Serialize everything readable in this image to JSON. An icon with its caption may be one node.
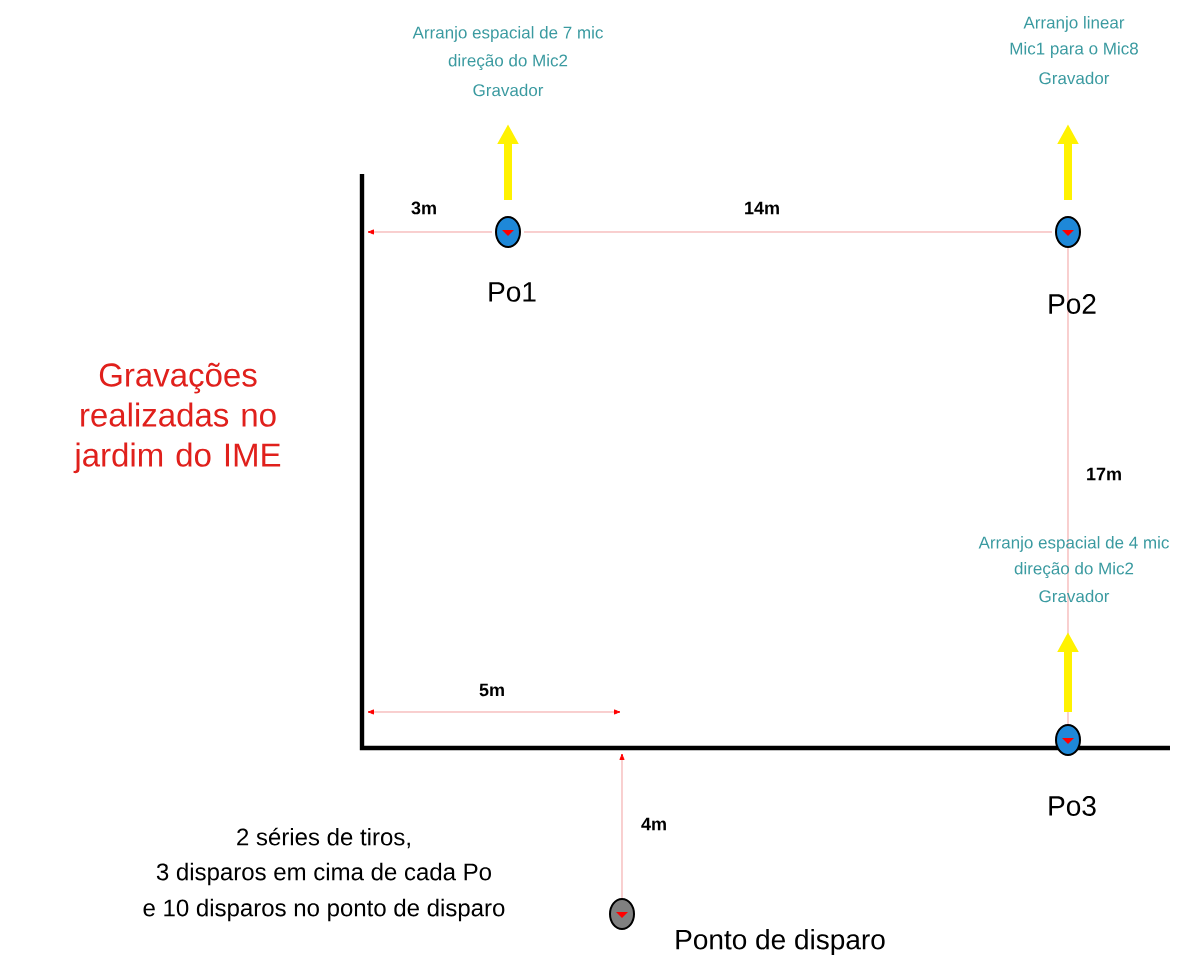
{
  "diagram": {
    "title": "Gravações realizadas no jardim do IME",
    "nodes": [
      {
        "text": [],
        "shape": "circle",
        "beside": [
          "Po1"
        ]
      },
      {
        "text": [],
        "shape": "circle",
        "beside": [
          "Po2"
        ]
      },
      {
        "text": [],
        "shape": "circle",
        "beside": [
          "Po3"
        ]
      },
      {
        "text": [],
        "shape": "circle",
        "beside": [
          "Ponto de disparo"
        ]
      }
    ],
    "labels": [
      "Arranjo espacial de 7 mic",
      "direção do Mic2",
      "Gravador",
      "Arranjo linear",
      "Mic1 para o Mic8",
      "Gravador",
      "3m",
      "14m",
      "17m",
      "Arranjo espacial de 4 mic",
      "direção do Mic2",
      "Gravador",
      "5m",
      "4m",
      "2 séries de tiros,",
      "3 disparos em cima de cada Po",
      "e 10 disparos no ponto de disparo"
    ]
  }
}
